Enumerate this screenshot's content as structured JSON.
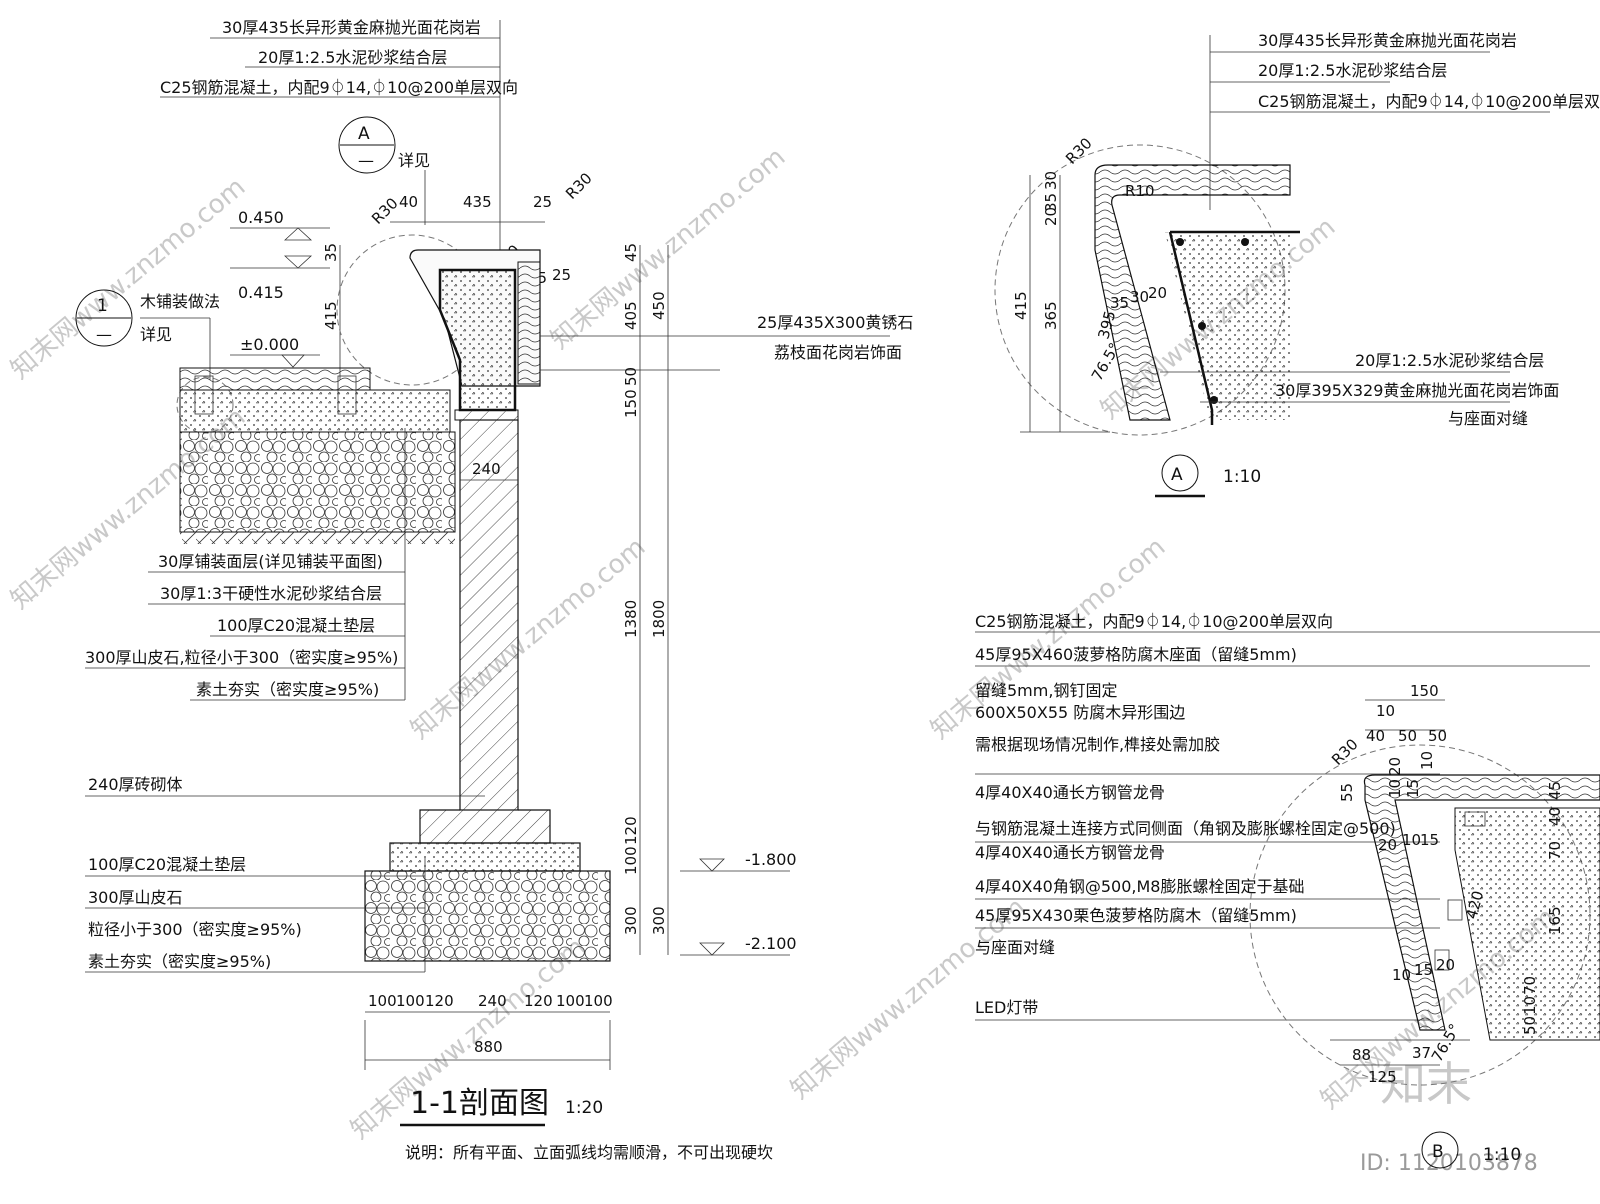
{
  "section_1_1": {
    "top_labels": [
      "30厚435长异形黄金麻抛光面花岗岩",
      "20厚1:2.5水泥砂浆结合层",
      "C25钢筋混凝土，内配9⏀14,⏀10@200单层双向"
    ],
    "detail_ref_a": {
      "letter": "A",
      "dash": "—",
      "text": "详见"
    },
    "detail_ref_1": {
      "number": "1",
      "dash": "—",
      "text1": "木铺装做法",
      "text2": "详见"
    },
    "elevations": [
      "0.450",
      "0.415",
      "±0.000",
      "-1.800",
      "-2.100"
    ],
    "top_dims": [
      "40",
      "435",
      "25",
      "R30",
      "R30",
      "R10",
      "25",
      "25"
    ],
    "side_dims": [
      "35",
      "415"
    ],
    "right_label_1": "25厚435X300黄锈石",
    "right_label_2": "荔枝面花岗岩饰面",
    "right_dims": [
      "45",
      "405",
      "450",
      "150",
      "50",
      "1380",
      "1800",
      "120",
      "100",
      "300",
      "300"
    ],
    "wall_dim": "240",
    "left_labels": [
      "30厚铺装面层(详见铺装平面图)",
      "30厚1:3干硬性水泥砂浆结合层",
      "100厚C20混凝土垫层",
      "300厚山皮石,粒径小于300（密实度≥95%)",
      "素土夯实（密实度≥95%)"
    ],
    "wall_label": "240厚砖砌体",
    "base_labels": [
      "100厚C20混凝土垫层",
      "300厚山皮石",
      "粒径小于300（密实度≥95%)",
      "素土夯实（密实度≥95%)"
    ],
    "bottom_dims": [
      "100",
      "100",
      "120",
      "240",
      "120",
      "100",
      "100"
    ],
    "total_dim": "880",
    "title": "1-1剖面图",
    "scale": "1:20",
    "note": "说明：所有平面、立面弧线均需顺滑，不可出现硬坎"
  },
  "detail_a": {
    "labels": [
      "30厚435长异形黄金麻抛光面花岗岩",
      "20厚1:2.5水泥砂浆结合层",
      "C25钢筋混凝土，内配9⏀14,⏀10@200单层双向"
    ],
    "labels_lower": [
      "20厚1:2.5水泥砂浆结合层",
      "30厚395X329黄金麻抛光面花岗岩饰面",
      "与座面对缝"
    ],
    "dims": [
      "R30",
      "30",
      "35",
      "R10",
      "20",
      "415",
      "365",
      "395",
      "35",
      "30",
      "20",
      "76.5°"
    ],
    "title": "A",
    "scale": "1:10"
  },
  "detail_b": {
    "labels": [
      "C25钢筋混凝土，内配9⏀14,⏀10@200单层双向",
      "45厚95X460菠萝格防腐木座面（留缝5mm)",
      "留缝5mm,钢钉固定",
      "600X50X55 防腐木异形围边",
      "需根据现场情况制作,榫接处需加胶",
      "4厚40X40通长方钢管龙骨",
      "与钢筋混凝土连接方式同侧面（角钢及膨胀螺栓固定@500)",
      "4厚40X40通长方钢管龙骨",
      "4厚40X40角钢@500,M8膨胀螺栓固定于基础",
      "45厚95X430栗色菠萝格防腐木（留缝5mm)",
      "与座面对缝",
      "LED灯带"
    ],
    "dims": [
      "150",
      "10",
      "40",
      "50",
      "50",
      "R30",
      "20",
      "10",
      "55",
      "10",
      "15",
      "45",
      "40",
      "70",
      "20",
      "10",
      "15",
      "420",
      "165",
      "10",
      "15",
      "20",
      "70",
      "10",
      "50",
      "88",
      "37",
      "125",
      "76.5°"
    ],
    "title": "B",
    "scale": "1:10"
  },
  "watermark": {
    "text": "知末网www.znzmo.com",
    "logo": "知末",
    "id": "ID: 1120103878"
  }
}
